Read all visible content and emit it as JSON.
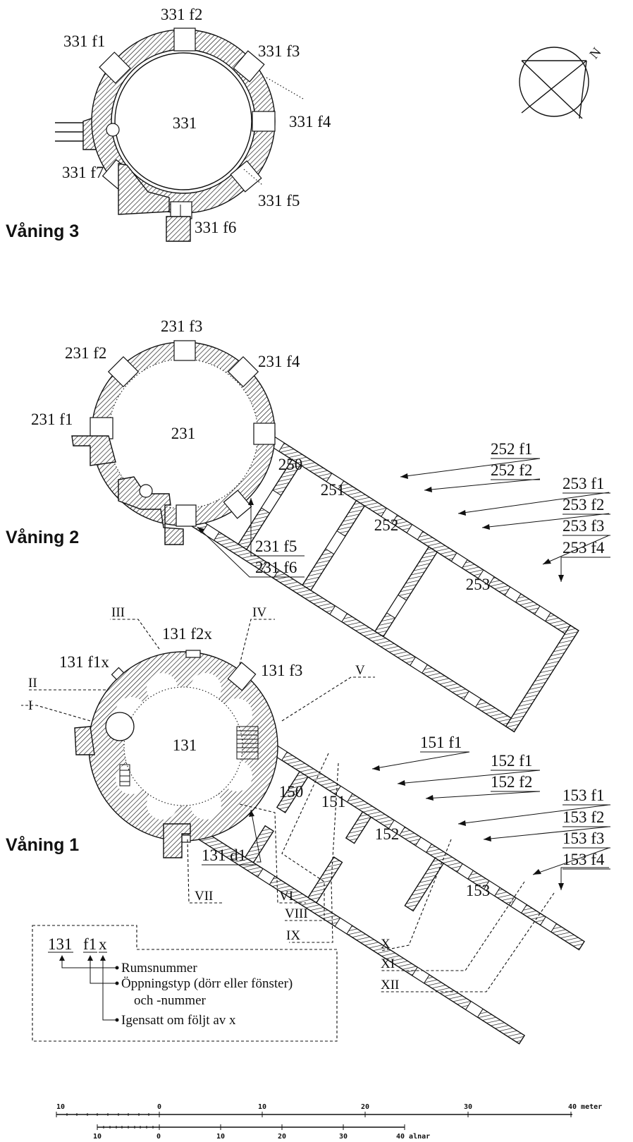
{
  "compass": {
    "label": "N"
  },
  "floor3": {
    "title": "Våning 3",
    "room": "331",
    "openings": [
      "331 f1",
      "331 f2",
      "331 f3",
      "331 f4",
      "331 f5",
      "331 f6",
      "331 f7"
    ]
  },
  "floor2": {
    "title": "Våning 2",
    "rooms": [
      "231",
      "250",
      "251",
      "252",
      "253"
    ],
    "openings": [
      "231 f1",
      "231 f2",
      "231 f3",
      "231 f4",
      "231 f5",
      "231 f6",
      "252 f1",
      "252 f2",
      "253 f1",
      "253 f2",
      "253 f3",
      "253 f4"
    ]
  },
  "floor1": {
    "title": "Våning 1",
    "rooms": [
      "131",
      "150",
      "151",
      "152",
      "153"
    ],
    "openings": [
      "131 f1x",
      "131 f2x",
      "131 f3",
      "131 d1",
      "151 f1",
      "152 f1",
      "152 f2",
      "153 f1",
      "153 f2",
      "153 f3",
      "153 f4"
    ],
    "roman": [
      "I",
      "II",
      "III",
      "IV",
      "V",
      "VI",
      "VII",
      "VIII",
      "IX",
      "X",
      "XI",
      "XII"
    ]
  },
  "legend": {
    "code_room": "131",
    "code_opening": "f1",
    "code_x": "x",
    "items": [
      "Rumsnummer",
      "Öppningstyp (dörr eller fönster)",
      "och -nummer",
      "Igensatt om följt av x"
    ]
  },
  "scale": {
    "meter_ticks": [
      "10",
      "0",
      "10",
      "20",
      "30",
      "40 meter"
    ],
    "alnar_ticks": [
      "10",
      "0",
      "10",
      "20",
      "30",
      "40 alnar"
    ]
  }
}
